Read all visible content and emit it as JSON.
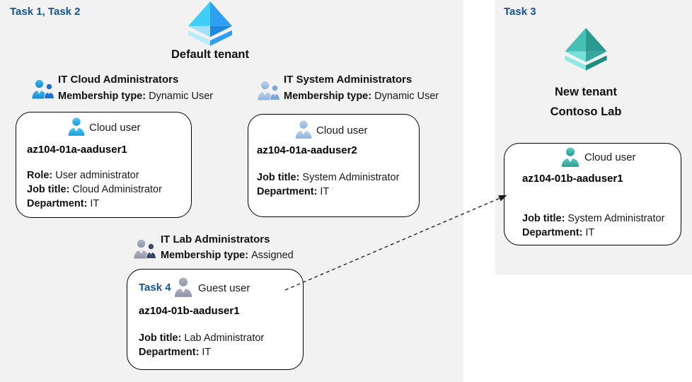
{
  "colors": {
    "panel_background": "#f2f2f2",
    "card_background": "#ffffff",
    "card_border": "#000000",
    "task_label_blue": "#17538f",
    "body_text": "#1a1a1a",
    "tenant_icon_blue": "#2f9ff2",
    "tenant_icon_teal": "#2a998e",
    "cloud_user_cyan": "#29ade6",
    "cloud_user_steel_blue": "#a6c4e6",
    "guest_user_gray": "#9ba1b3",
    "cloud_user_teal": "#3bb5ab"
  },
  "icons": {
    "left_tenant": "azure-ad-tenant-diamond-blue",
    "right_tenant": "azure-ad-tenant-diamond-teal",
    "group_blue": "two-users-group-blue",
    "group_steel": "two-users-group-steel-blue",
    "group_gray": "two-users-group-gray-navy",
    "user_cyan": "single-user-cyan",
    "user_steel": "single-user-steel-blue",
    "user_gray": "single-user-gray",
    "user_teal": "single-user-teal"
  },
  "left_panel": {
    "task_label": "Task 1, Task 2",
    "tenant_name": "Default tenant",
    "groups": [
      {
        "name": "IT Cloud Administrators",
        "membership_label": "Membership type:",
        "membership_value": "Dynamic User"
      },
      {
        "name": "IT System Administrators",
        "membership_label": "Membership type:",
        "membership_value": "Dynamic User"
      },
      {
        "name": "IT Lab Administrators",
        "membership_label": "Membership type:",
        "membership_value": "Assigned"
      }
    ],
    "cards": [
      {
        "user_type": "Cloud user",
        "username": "az104-01a-aaduser1",
        "fields": [
          {
            "label": "Role:",
            "value": "User administrator"
          },
          {
            "label": "Job title:",
            "value": "Cloud Administrator"
          },
          {
            "label": "Department:",
            "value": "IT"
          }
        ]
      },
      {
        "user_type": "Cloud user",
        "username": "az104-01a-aaduser2",
        "fields": [
          {
            "label": "Job title:",
            "value": "System Administrator"
          },
          {
            "label": "Department:",
            "value": "IT"
          }
        ]
      },
      {
        "task_label": "Task 4",
        "user_type": "Guest user",
        "username": "az104-01b-aaduser1",
        "fields": [
          {
            "label": "Job title:",
            "value": "Lab Administrator"
          },
          {
            "label": "Department:",
            "value": "IT"
          }
        ]
      }
    ]
  },
  "right_panel": {
    "task_label": "Task 3",
    "tenant_name_line1": "New tenant",
    "tenant_name_line2": "Contoso Lab",
    "card": {
      "user_type": "Cloud user",
      "username": "az104-01b-aaduser1",
      "fields": [
        {
          "label": "Job title:",
          "value": "System Administrator"
        },
        {
          "label": "Department:",
          "value": "IT"
        }
      ]
    }
  },
  "arrow": {
    "style": "dashed",
    "from": "guest-user-card",
    "to": "new-tenant-cloud-user-card"
  }
}
